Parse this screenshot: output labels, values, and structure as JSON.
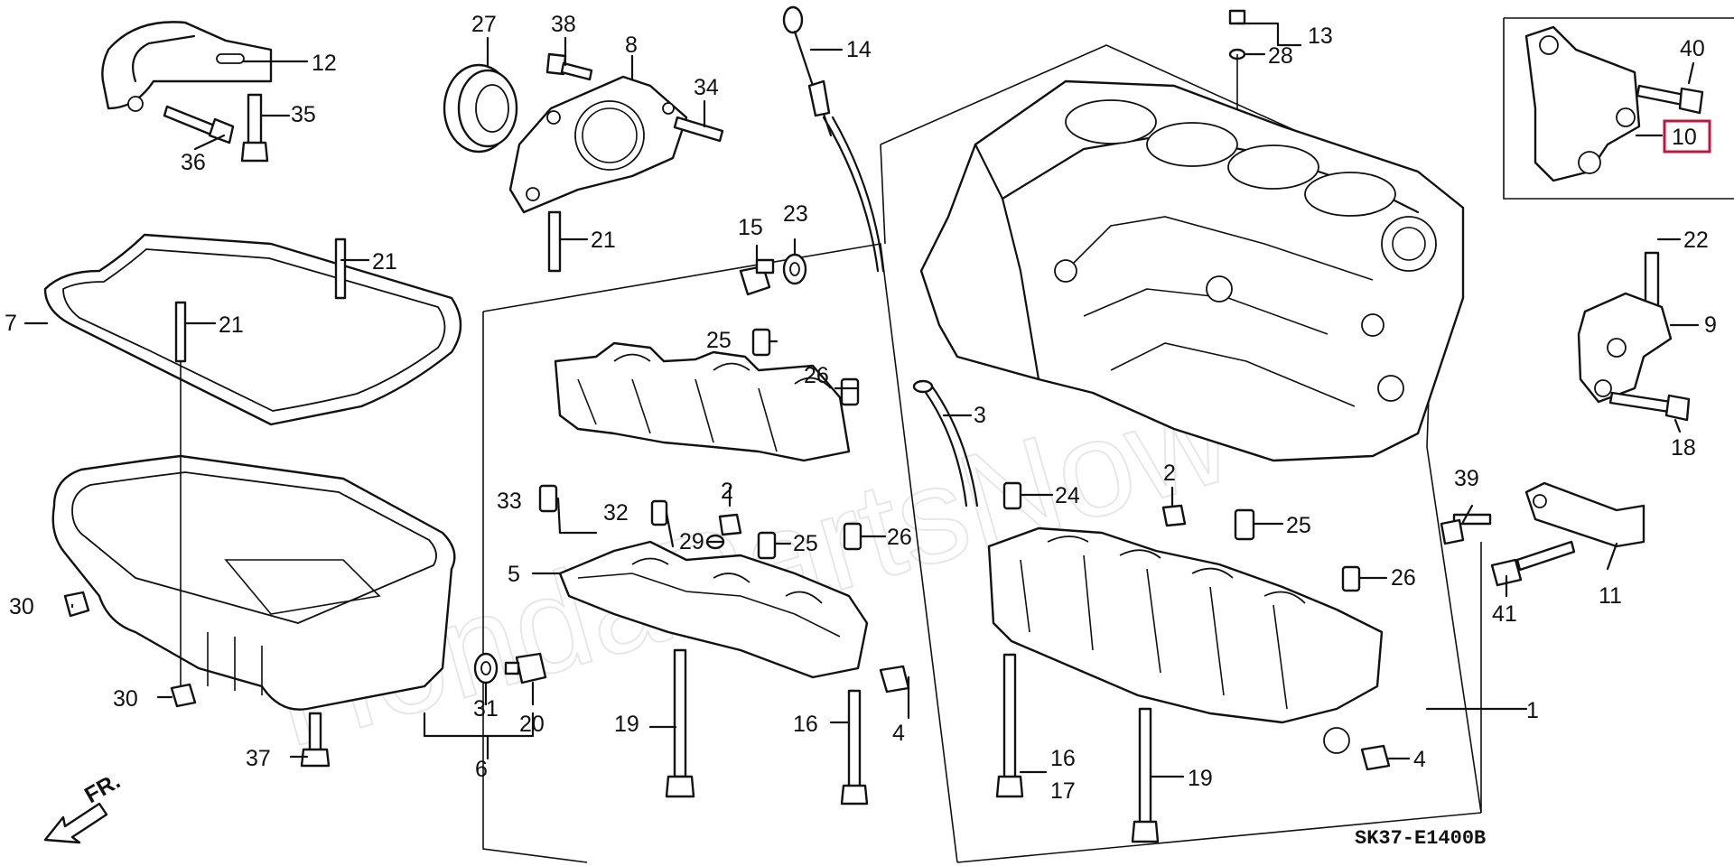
{
  "diagram_code": "SK37-E1400B",
  "watermark": "HondaPartsNow",
  "front_indicator": "FR.",
  "callouts": [
    {
      "id": "c1",
      "text": "1"
    },
    {
      "id": "c2a",
      "text": "2"
    },
    {
      "id": "c2b",
      "text": "2"
    },
    {
      "id": "c3",
      "text": "3"
    },
    {
      "id": "c4a",
      "text": "4"
    },
    {
      "id": "c4b",
      "text": "4"
    },
    {
      "id": "c5",
      "text": "5"
    },
    {
      "id": "c6",
      "text": "6"
    },
    {
      "id": "c7",
      "text": "7"
    },
    {
      "id": "c8",
      "text": "8"
    },
    {
      "id": "c9",
      "text": "9"
    },
    {
      "id": "c10",
      "text": "10",
      "highlight": true
    },
    {
      "id": "c11",
      "text": "11"
    },
    {
      "id": "c12",
      "text": "12"
    },
    {
      "id": "c13",
      "text": "13"
    },
    {
      "id": "c14",
      "text": "14"
    },
    {
      "id": "c15",
      "text": "15"
    },
    {
      "id": "c16a",
      "text": "16"
    },
    {
      "id": "c16b",
      "text": "16"
    },
    {
      "id": "c17",
      "text": "17"
    },
    {
      "id": "c18",
      "text": "18"
    },
    {
      "id": "c19a",
      "text": "19"
    },
    {
      "id": "c19b",
      "text": "19"
    },
    {
      "id": "c20",
      "text": "20"
    },
    {
      "id": "c21a",
      "text": "21"
    },
    {
      "id": "c21b",
      "text": "21"
    },
    {
      "id": "c21c",
      "text": "21"
    },
    {
      "id": "c22",
      "text": "22"
    },
    {
      "id": "c23",
      "text": "23"
    },
    {
      "id": "c24",
      "text": "24"
    },
    {
      "id": "c25a",
      "text": "25"
    },
    {
      "id": "c25b",
      "text": "25"
    },
    {
      "id": "c25c",
      "text": "25"
    },
    {
      "id": "c26a",
      "text": "26"
    },
    {
      "id": "c26b",
      "text": "26"
    },
    {
      "id": "c26c",
      "text": "26"
    },
    {
      "id": "c27",
      "text": "27"
    },
    {
      "id": "c28",
      "text": "28"
    },
    {
      "id": "c29",
      "text": "29"
    },
    {
      "id": "c30a",
      "text": "30"
    },
    {
      "id": "c30b",
      "text": "30"
    },
    {
      "id": "c31",
      "text": "31"
    },
    {
      "id": "c32",
      "text": "32"
    },
    {
      "id": "c33",
      "text": "33"
    },
    {
      "id": "c34",
      "text": "34"
    },
    {
      "id": "c35",
      "text": "35"
    },
    {
      "id": "c36",
      "text": "36"
    },
    {
      "id": "c37",
      "text": "37"
    },
    {
      "id": "c38",
      "text": "38"
    },
    {
      "id": "c39",
      "text": "39"
    },
    {
      "id": "c40",
      "text": "40"
    },
    {
      "id": "c41",
      "text": "41"
    }
  ],
  "colors": {
    "line": "#111111",
    "highlight": "#c0163b",
    "background": "#ffffff",
    "watermark": "#e7e7e7"
  }
}
